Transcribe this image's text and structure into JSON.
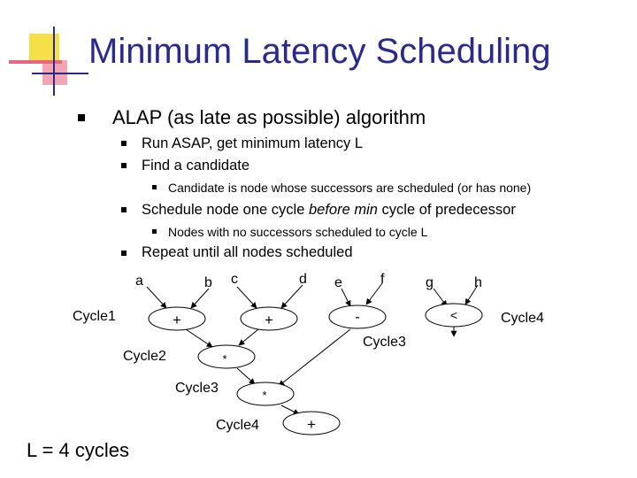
{
  "slide": {
    "title": "Minimum Latency Scheduling",
    "bullets": {
      "b1": "ALAP (as late as possible) algorithm",
      "b1_1": "Run ASAP, get minimum latency L",
      "b1_2": "Find a candidate",
      "b1_2_1": "Candidate is node whose successors are scheduled (or has none)",
      "b1_3_pre": "Schedule node one cycle ",
      "b1_3_em1": "before min",
      "b1_3_post": " cycle of predecessor",
      "b1_3_1": "Nodes with no successors scheduled to cycle L",
      "b1_4": "Repeat until all nodes scheduled"
    },
    "footer": "L = 4 cycles"
  },
  "diagram": {
    "inputs": [
      "a",
      "b",
      "c",
      "d",
      "e",
      "f",
      "g",
      "h"
    ],
    "ops": {
      "n1": "+",
      "n2": "+",
      "n3": "-",
      "n4": "<",
      "n5": "*",
      "n6": "*",
      "n7": "+"
    },
    "cycle_labels": {
      "c1": "Cycle1",
      "c2": "Cycle2",
      "c3a": "Cycle3",
      "c3b": "Cycle3",
      "c4a": "Cycle4",
      "c4b": "Cycle4"
    }
  },
  "colors": {
    "title": "#2a2a8c",
    "deco_yellow": "#f5e04a",
    "deco_pink": "#f2a6b4",
    "deco_blue": "#2a2a8c"
  }
}
